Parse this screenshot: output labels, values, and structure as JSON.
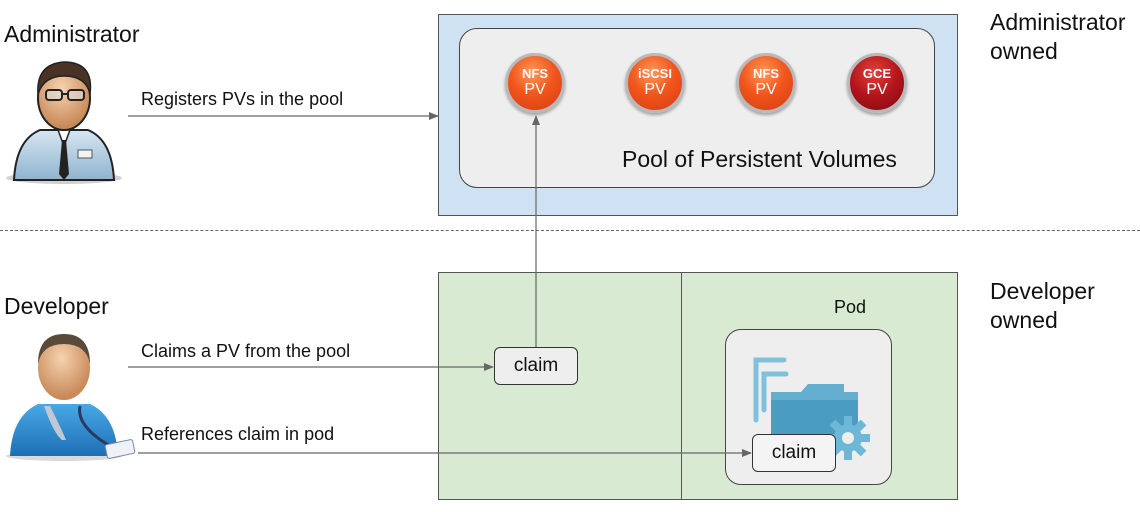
{
  "roles": {
    "administrator": "Administrator",
    "developer": "Developer"
  },
  "ownership": {
    "administrator_owned": [
      "Administrator",
      "owned"
    ],
    "developer_owned": [
      "Developer",
      "owned"
    ]
  },
  "arrows": {
    "registers": "Registers PVs in the pool",
    "claims": "Claims a PV from the pool",
    "references": "References claim in pod"
  },
  "pool": {
    "title": "Pool of Persistent Volumes",
    "volumes": [
      {
        "type": "NFS",
        "label": "PV",
        "color": "#f2561d"
      },
      {
        "type": "iSCSI",
        "label": "PV",
        "color": "#f2561d"
      },
      {
        "type": "NFS",
        "label": "PV",
        "color": "#f2561d"
      },
      {
        "type": "GCE",
        "label": "PV",
        "color": "#b3141c"
      }
    ]
  },
  "claim_box": {
    "label": "claim"
  },
  "pod": {
    "label": "Pod",
    "claim_label": "claim",
    "icon": "folder-gear-icon"
  },
  "colors": {
    "admin_area": "#cfe2f3",
    "developer_area": "#d9ead3",
    "pool_bg": "#eeeeee"
  }
}
